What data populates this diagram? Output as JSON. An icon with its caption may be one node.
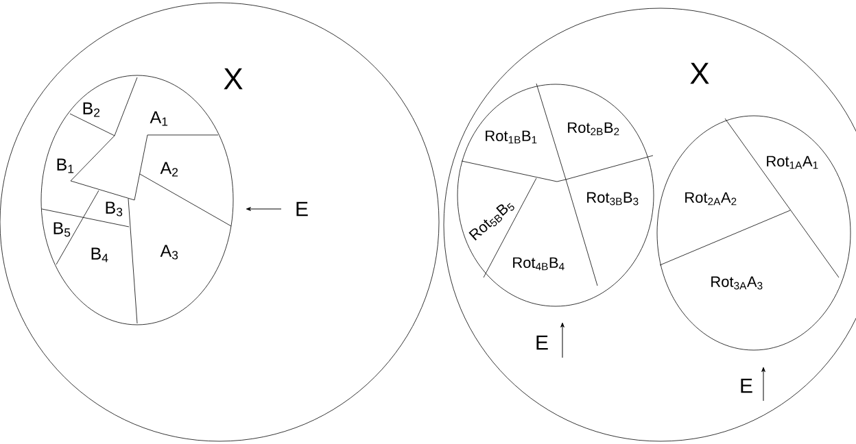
{
  "diagram": {
    "nodes": [
      {
        "text": [
          "X"
        ]
      },
      {
        "text": [],
        "shape": "ellipse",
        "in": 0
      },
      {
        "text": [
          "B$_{2}$"
        ],
        "in": 1
      },
      {
        "text": [
          "A$_{1}$"
        ],
        "in": 1
      },
      {
        "text": [
          "B$_{1}$"
        ],
        "in": 1
      },
      {
        "text": [
          "A$_{2}$"
        ],
        "in": 1
      },
      {
        "text": [
          "B$_{3}$"
        ],
        "in": 1
      },
      {
        "text": [
          "B$_{5}$"
        ],
        "in": 1
      },
      {
        "text": [
          "B$_{4}$"
        ],
        "in": 1
      },
      {
        "text": [
          "A$_{3}$"
        ],
        "in": 1
      },
      {
        "text": [
          "X"
        ]
      },
      {
        "text": [],
        "shape": "ellipse",
        "in": 10
      },
      {
        "text": [
          "Rot$_{1B}$B$_{1}$"
        ],
        "in": 11
      },
      {
        "text": [
          "Rot$_{2B}$B$_{2}$"
        ],
        "in": 11
      },
      {
        "text": [
          "Rot$_{3B}$B$_{3}$"
        ],
        "in": 11
      },
      {
        "text": [
          "Rot$_{5B}$B$_{5}$"
        ],
        "in": 11
      },
      {
        "text": [
          "Rot$_{4B}$B$_{4}$"
        ],
        "in": 11
      },
      {
        "text": [],
        "shape": "ellipse",
        "in": 10
      },
      {
        "text": [
          "Rot$_{1A}$A$_{1}$"
        ],
        "in": 17
      },
      {
        "text": [
          "Rot$_{2A}$A$_{2}$"
        ],
        "in": 17
      },
      {
        "text": [
          "Rot$_{3A}$A$_{3}$"
        ],
        "in": 17
      }
    ],
    "labels": [
      "E",
      "E",
      "E"
    ]
  }
}
